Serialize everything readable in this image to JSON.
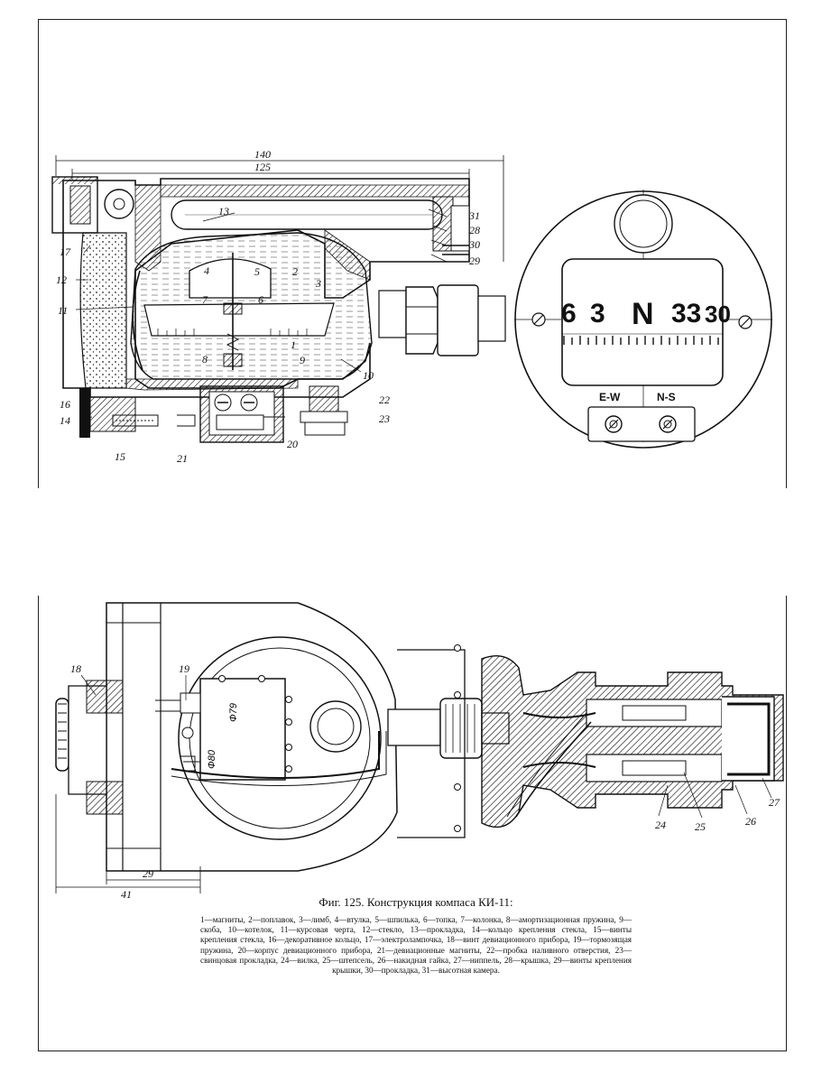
{
  "figure": {
    "caption_title": "Фиг. 125. Конструкция компаса КИ-11:",
    "caption_body": "1—магниты, 2—поплавок, 3—лимб, 4—втулка, 5—шпилька, 6—топка, 7—колонка, 8—амортизационная пружина, 9—скоба, 10—котелок, 11—курсовая черта, 12—стекло, 13—прокладка, 14—кольцо крепления стекла, 15—винты крепления стекла, 16—декоративное кольцо, 17—электролампочка, 18—винт девиационного прибора, 19—тормозящая пружина, 20—корпус девиационного прибора, 21—девиационные магниты, 22—пробка наливного отверстия, 23—свинцовая прокладка, 24—вилка, 25—штепсель, 26—накидная гайка, 27—ниппель, 28—крышка, 29—винты крепления крышки, 30—прокладка, 31—высотная камера."
  },
  "top_view": {
    "dims": {
      "overall": "140",
      "inner": "125"
    },
    "labels": [
      "1",
      "2",
      "3",
      "4",
      "5",
      "6",
      "7",
      "8",
      "9",
      "10",
      "11",
      "12",
      "13",
      "14",
      "15",
      "16",
      "17",
      "20",
      "21",
      "22",
      "23",
      "28",
      "29",
      "30",
      "31"
    ]
  },
  "front_view": {
    "scale_text": "6 3 N 33 30",
    "scale_parts": [
      "6",
      "3",
      "N",
      "33",
      "30"
    ],
    "knob_labels": {
      "left": "E-W",
      "right": "N-S"
    }
  },
  "bottom_view": {
    "labels": [
      "18",
      "19",
      "24",
      "25",
      "26",
      "27"
    ],
    "dims": {
      "small": "29",
      "large": "41"
    },
    "body_marks": {
      "d79": "Ф79",
      "d80": "Ф80"
    }
  }
}
